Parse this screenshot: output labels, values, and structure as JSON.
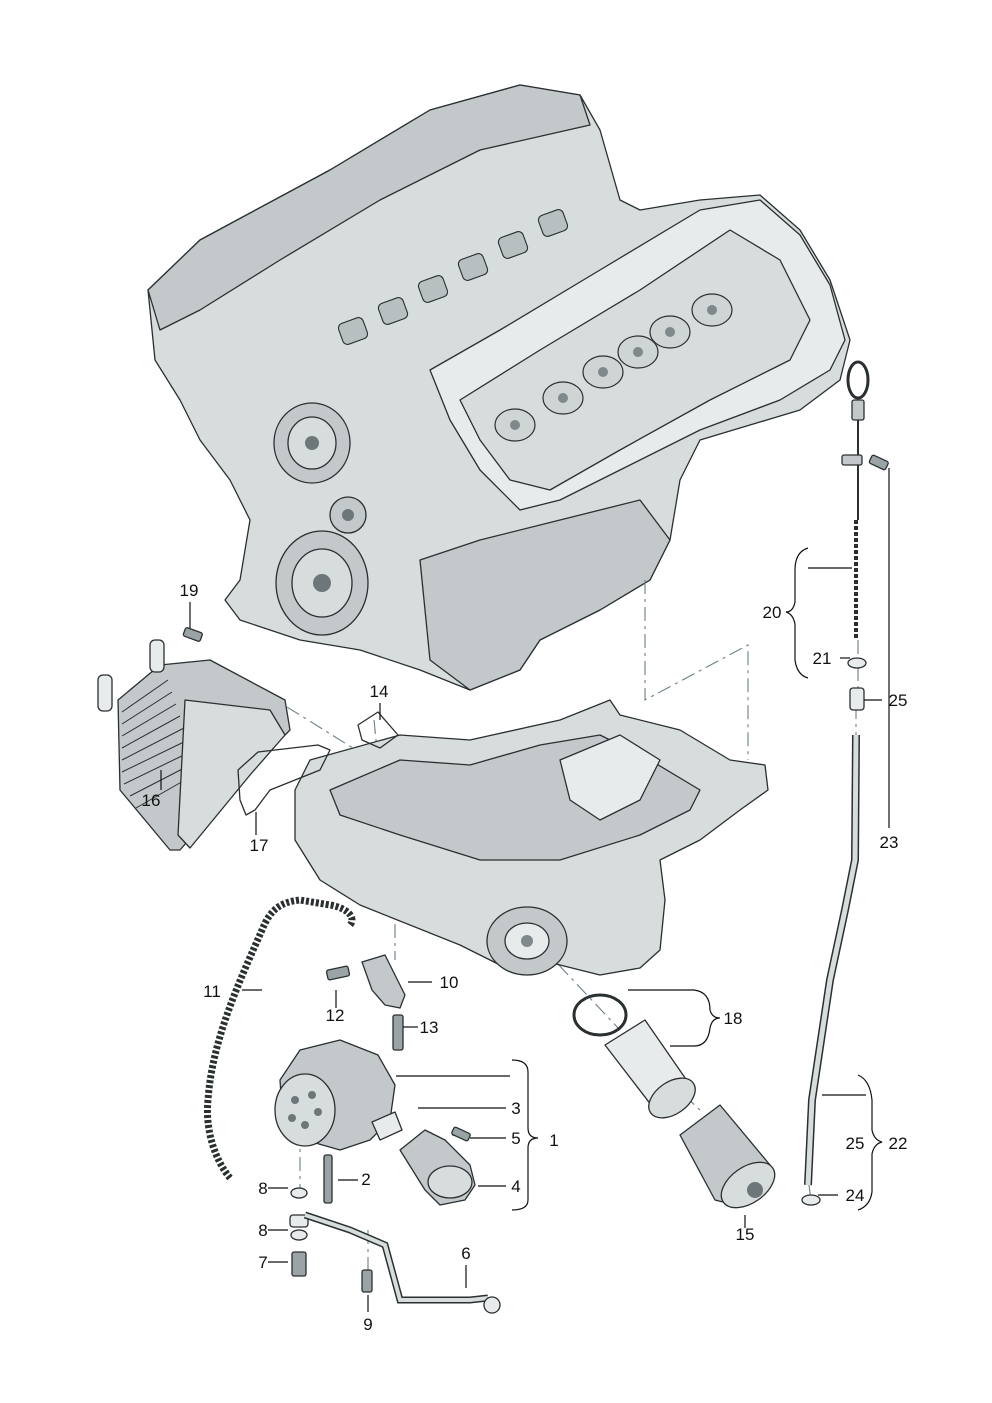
{
  "diagram": {
    "callouts": [
      {
        "id": "c1",
        "text": "1"
      },
      {
        "id": "c2",
        "text": "2"
      },
      {
        "id": "c3",
        "text": "3"
      },
      {
        "id": "c4",
        "text": "4"
      },
      {
        "id": "c5",
        "text": "5"
      },
      {
        "id": "c6",
        "text": "6"
      },
      {
        "id": "c7",
        "text": "7"
      },
      {
        "id": "c8a",
        "text": "8"
      },
      {
        "id": "c8b",
        "text": "8"
      },
      {
        "id": "c9",
        "text": "9"
      },
      {
        "id": "c10",
        "text": "10"
      },
      {
        "id": "c11",
        "text": "11"
      },
      {
        "id": "c12",
        "text": "12"
      },
      {
        "id": "c13",
        "text": "13"
      },
      {
        "id": "c14",
        "text": "14"
      },
      {
        "id": "c15",
        "text": "15"
      },
      {
        "id": "c16",
        "text": "16"
      },
      {
        "id": "c17",
        "text": "17"
      },
      {
        "id": "c18",
        "text": "18"
      },
      {
        "id": "c19",
        "text": "19"
      },
      {
        "id": "c20",
        "text": "20"
      },
      {
        "id": "c21",
        "text": "21"
      },
      {
        "id": "c22",
        "text": "22"
      },
      {
        "id": "c23",
        "text": "23"
      },
      {
        "id": "c24",
        "text": "24"
      },
      {
        "id": "c25a",
        "text": "25"
      },
      {
        "id": "c25b",
        "text": "25"
      }
    ]
  }
}
